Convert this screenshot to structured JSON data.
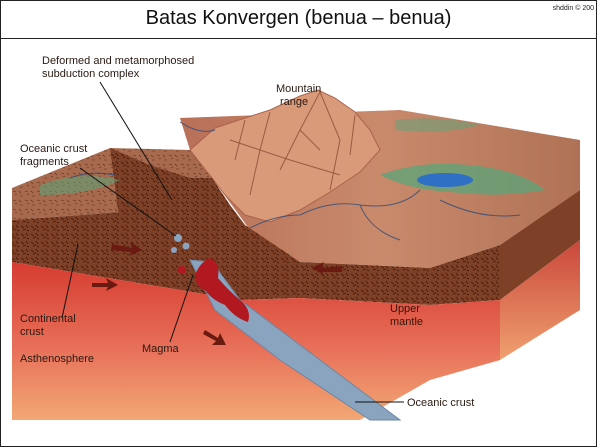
{
  "header": {
    "title": "Batas Konvergen (benua – benua)",
    "credit": "shddin © 200"
  },
  "labels": {
    "deformed": [
      "Deformed and metamorphosed",
      "subduction complex"
    ],
    "mountain": [
      "Mountain",
      "range"
    ],
    "oceanic_fragments": [
      "Oceanic crust",
      "fragments"
    ],
    "continental": [
      "Continental",
      "crust"
    ],
    "asthenosphere": "Asthenosphere",
    "magma": "Magma",
    "upper_mantle": [
      "Upper",
      "mantle"
    ],
    "oceanic_crust": "Oceanic crust"
  },
  "colors": {
    "crust_brown": "#8a4a2e",
    "crust_top": "#a8654a",
    "mantle_red": "#d9453a",
    "asthenosphere_orange": "#ee9a64",
    "slab_blue": "#8aa4c0",
    "water_blue": "#2f6fc4",
    "vegetation_green": "#5aa67a"
  }
}
